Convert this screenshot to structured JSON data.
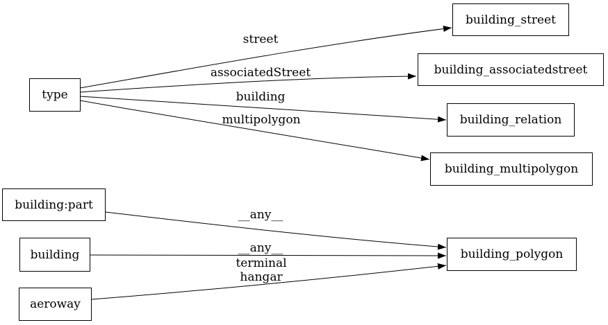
{
  "diagram": {
    "type": "directed-graph",
    "background_color": "#ffffff",
    "stroke_color": "#000000",
    "nodes": [
      {
        "id": "type",
        "label": "type"
      },
      {
        "id": "building_street",
        "label": "building_street"
      },
      {
        "id": "building_associatedstreet",
        "label": "building_associatedstreet"
      },
      {
        "id": "building_relation",
        "label": "building_relation"
      },
      {
        "id": "building_multipolygon",
        "label": "building_multipolygon"
      },
      {
        "id": "building_part",
        "label": "building:part"
      },
      {
        "id": "building",
        "label": "building"
      },
      {
        "id": "aeroway",
        "label": "aeroway"
      },
      {
        "id": "building_polygon",
        "label": "building_polygon"
      }
    ],
    "edges": [
      {
        "from": "type",
        "to": "building_street",
        "label": "street"
      },
      {
        "from": "type",
        "to": "building_associatedstreet",
        "label": "associatedStreet"
      },
      {
        "from": "type",
        "to": "building_relation",
        "label": "building"
      },
      {
        "from": "type",
        "to": "building_multipolygon",
        "label": "multipolygon"
      },
      {
        "from": "building:part",
        "to": "building_polygon",
        "label": "__any__"
      },
      {
        "from": "building",
        "to": "building_polygon",
        "label": "__any__"
      },
      {
        "from": "aeroway",
        "to": "building_polygon",
        "label_lines": [
          "terminal",
          "hangar"
        ]
      }
    ]
  }
}
